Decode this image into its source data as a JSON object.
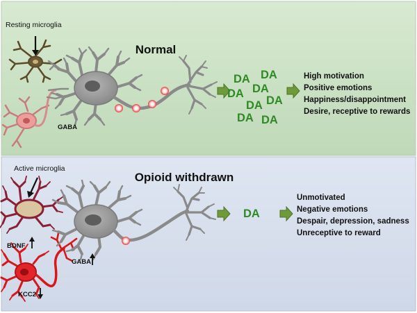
{
  "normal": {
    "title": "Normal",
    "resting_microglia_label": "Resting microglia",
    "gaba_label": "GABA",
    "da_labels": [
      "DA",
      "DA",
      "DA",
      "DA",
      "DA",
      "DA",
      "DA",
      "DA"
    ],
    "effects": [
      "High motivation",
      "Positive emotions",
      "Happiness/disappointment",
      "Desire, receptive to rewards"
    ]
  },
  "withdrawn": {
    "title": "Opioid withdrawn",
    "active_microglia_label": "Active microglia",
    "bdnf_label": "BDNF",
    "kcc2_label": "KCC2",
    "gaba_label": "GABA",
    "da_label": "DA",
    "effects": [
      "Unmotivated",
      "Negative emotions",
      "Despair, depression, sadness",
      "Unreceptive to reward"
    ]
  },
  "colors": {
    "normal_bg": "#c9e0c3",
    "withdrawn_bg": "#d4dceb",
    "da_green": "#2f8a24",
    "arrow_green": "#6f9a3a",
    "neuron_gray": "#8c8c8c",
    "microglia_resting": "#5b4a28",
    "microglia_active": "#8a1f35",
    "gaba_neuron_pink": "#e69a9a",
    "gaba_neuron_red": "#d8171b"
  }
}
